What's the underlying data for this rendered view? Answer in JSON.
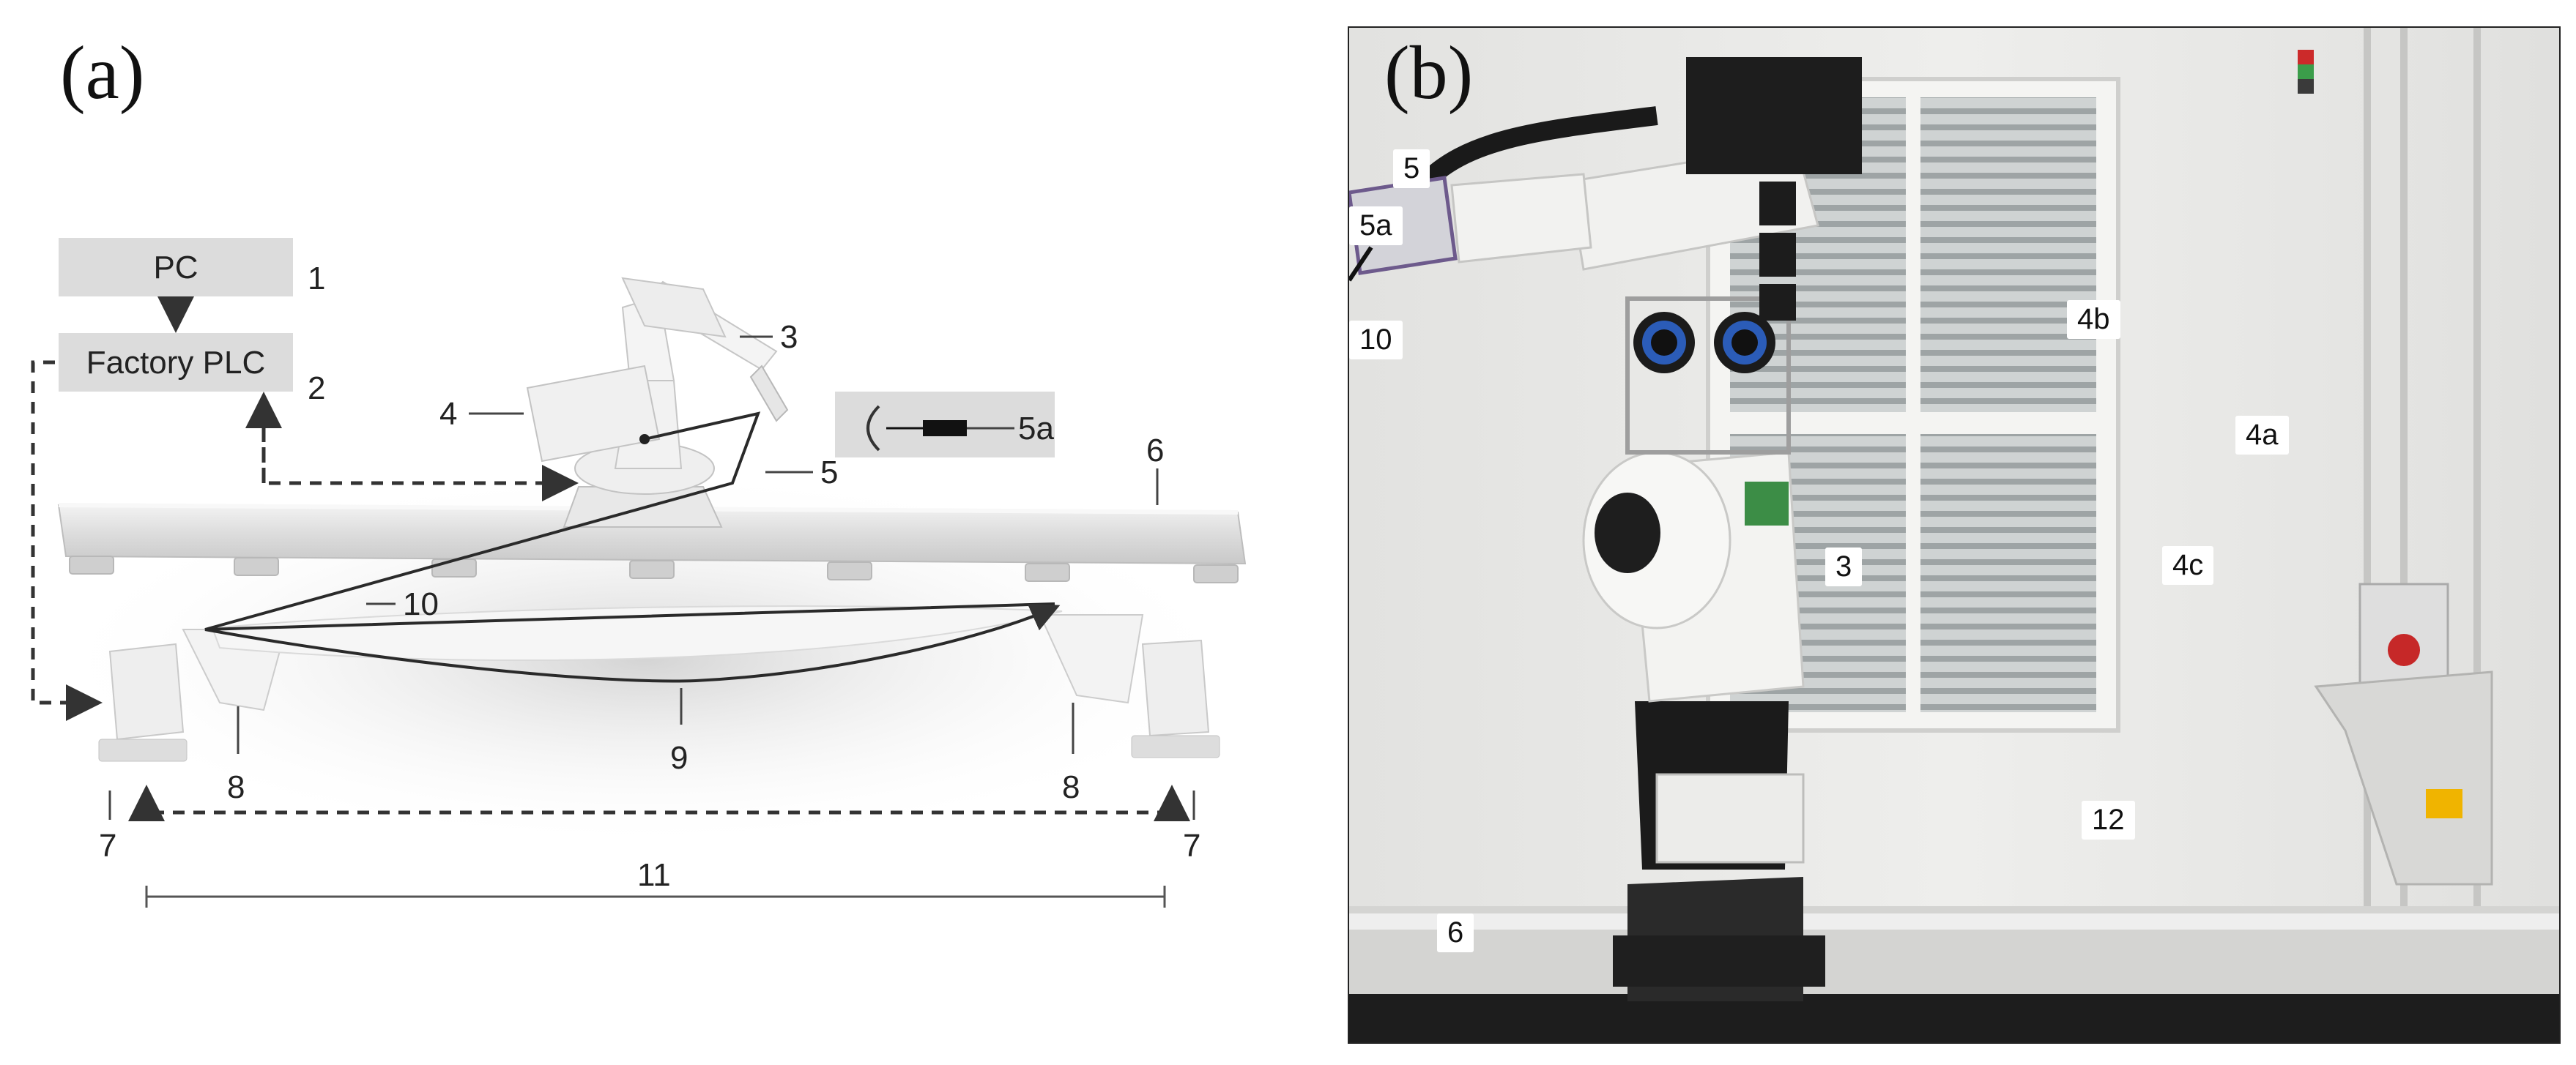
{
  "panel_a": {
    "label": "(a)",
    "boxes": {
      "pc": "PC",
      "plc": "Factory PLC"
    },
    "numbers": {
      "n1": "1",
      "n2": "2",
      "n3": "3",
      "n4": "4",
      "n5": "5",
      "n5a": "5a",
      "n6": "6",
      "n7l": "7",
      "n7r": "7",
      "n8l": "8",
      "n8r": "8",
      "n9": "9",
      "n10": "10",
      "n11": "11"
    }
  },
  "panel_b": {
    "label": "(b)",
    "tags": {
      "t5": "5",
      "t5a": "5a",
      "t10": "10",
      "t4b": "4b",
      "t4a": "4a",
      "t3": "3",
      "t4c": "4c",
      "t12": "12",
      "t6": "6"
    }
  },
  "colors": {
    "robot_white": "#f4f4f2",
    "rail": "#d9d9d9",
    "box_gray": "#dcdcdc",
    "dark": "#1c1c1c",
    "wall": "#e8e8e6"
  }
}
